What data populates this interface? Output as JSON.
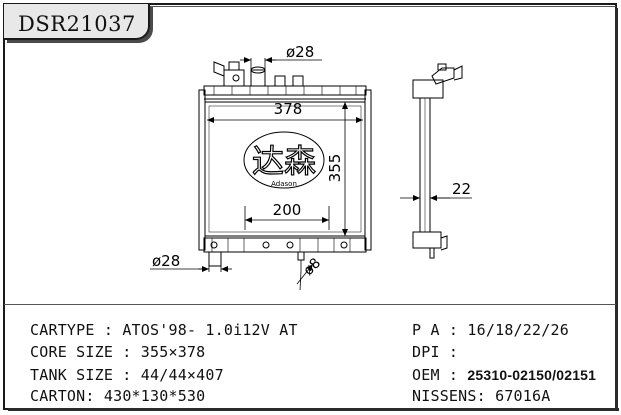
{
  "model_code": "DSR21037",
  "brand": {
    "chinese": "达森",
    "latin": "Adason"
  },
  "dimensions": {
    "top_inlet": "ø28",
    "core_width": "378",
    "core_height": "355",
    "side_depth": "22",
    "bracket_spacing": "200",
    "bottom_outlet": "ø28",
    "drain": "ø8"
  },
  "specs_left": [
    {
      "label": "CARTYPE",
      "sep": " : ",
      "value": "ATOS'98- 1.0i12V AT"
    },
    {
      "label": "CORE SIZE",
      "sep": " : ",
      "value": "355×378"
    },
    {
      "label": "TANK SIZE",
      "sep": " : ",
      "value": "44/44×407"
    },
    {
      "label": "CARTON",
      "sep": ": ",
      "value": "430*130*530"
    }
  ],
  "specs_right": [
    {
      "label": "P A",
      "sep": " : ",
      "value": "16/18/22/26"
    },
    {
      "label": "DPI",
      "sep": " : ",
      "value": ""
    },
    {
      "label": "OEM",
      "sep": " : ",
      "value": "25310-02150/02151"
    },
    {
      "label": "NISSENS",
      "sep": ": ",
      "value": "67016A"
    }
  ]
}
